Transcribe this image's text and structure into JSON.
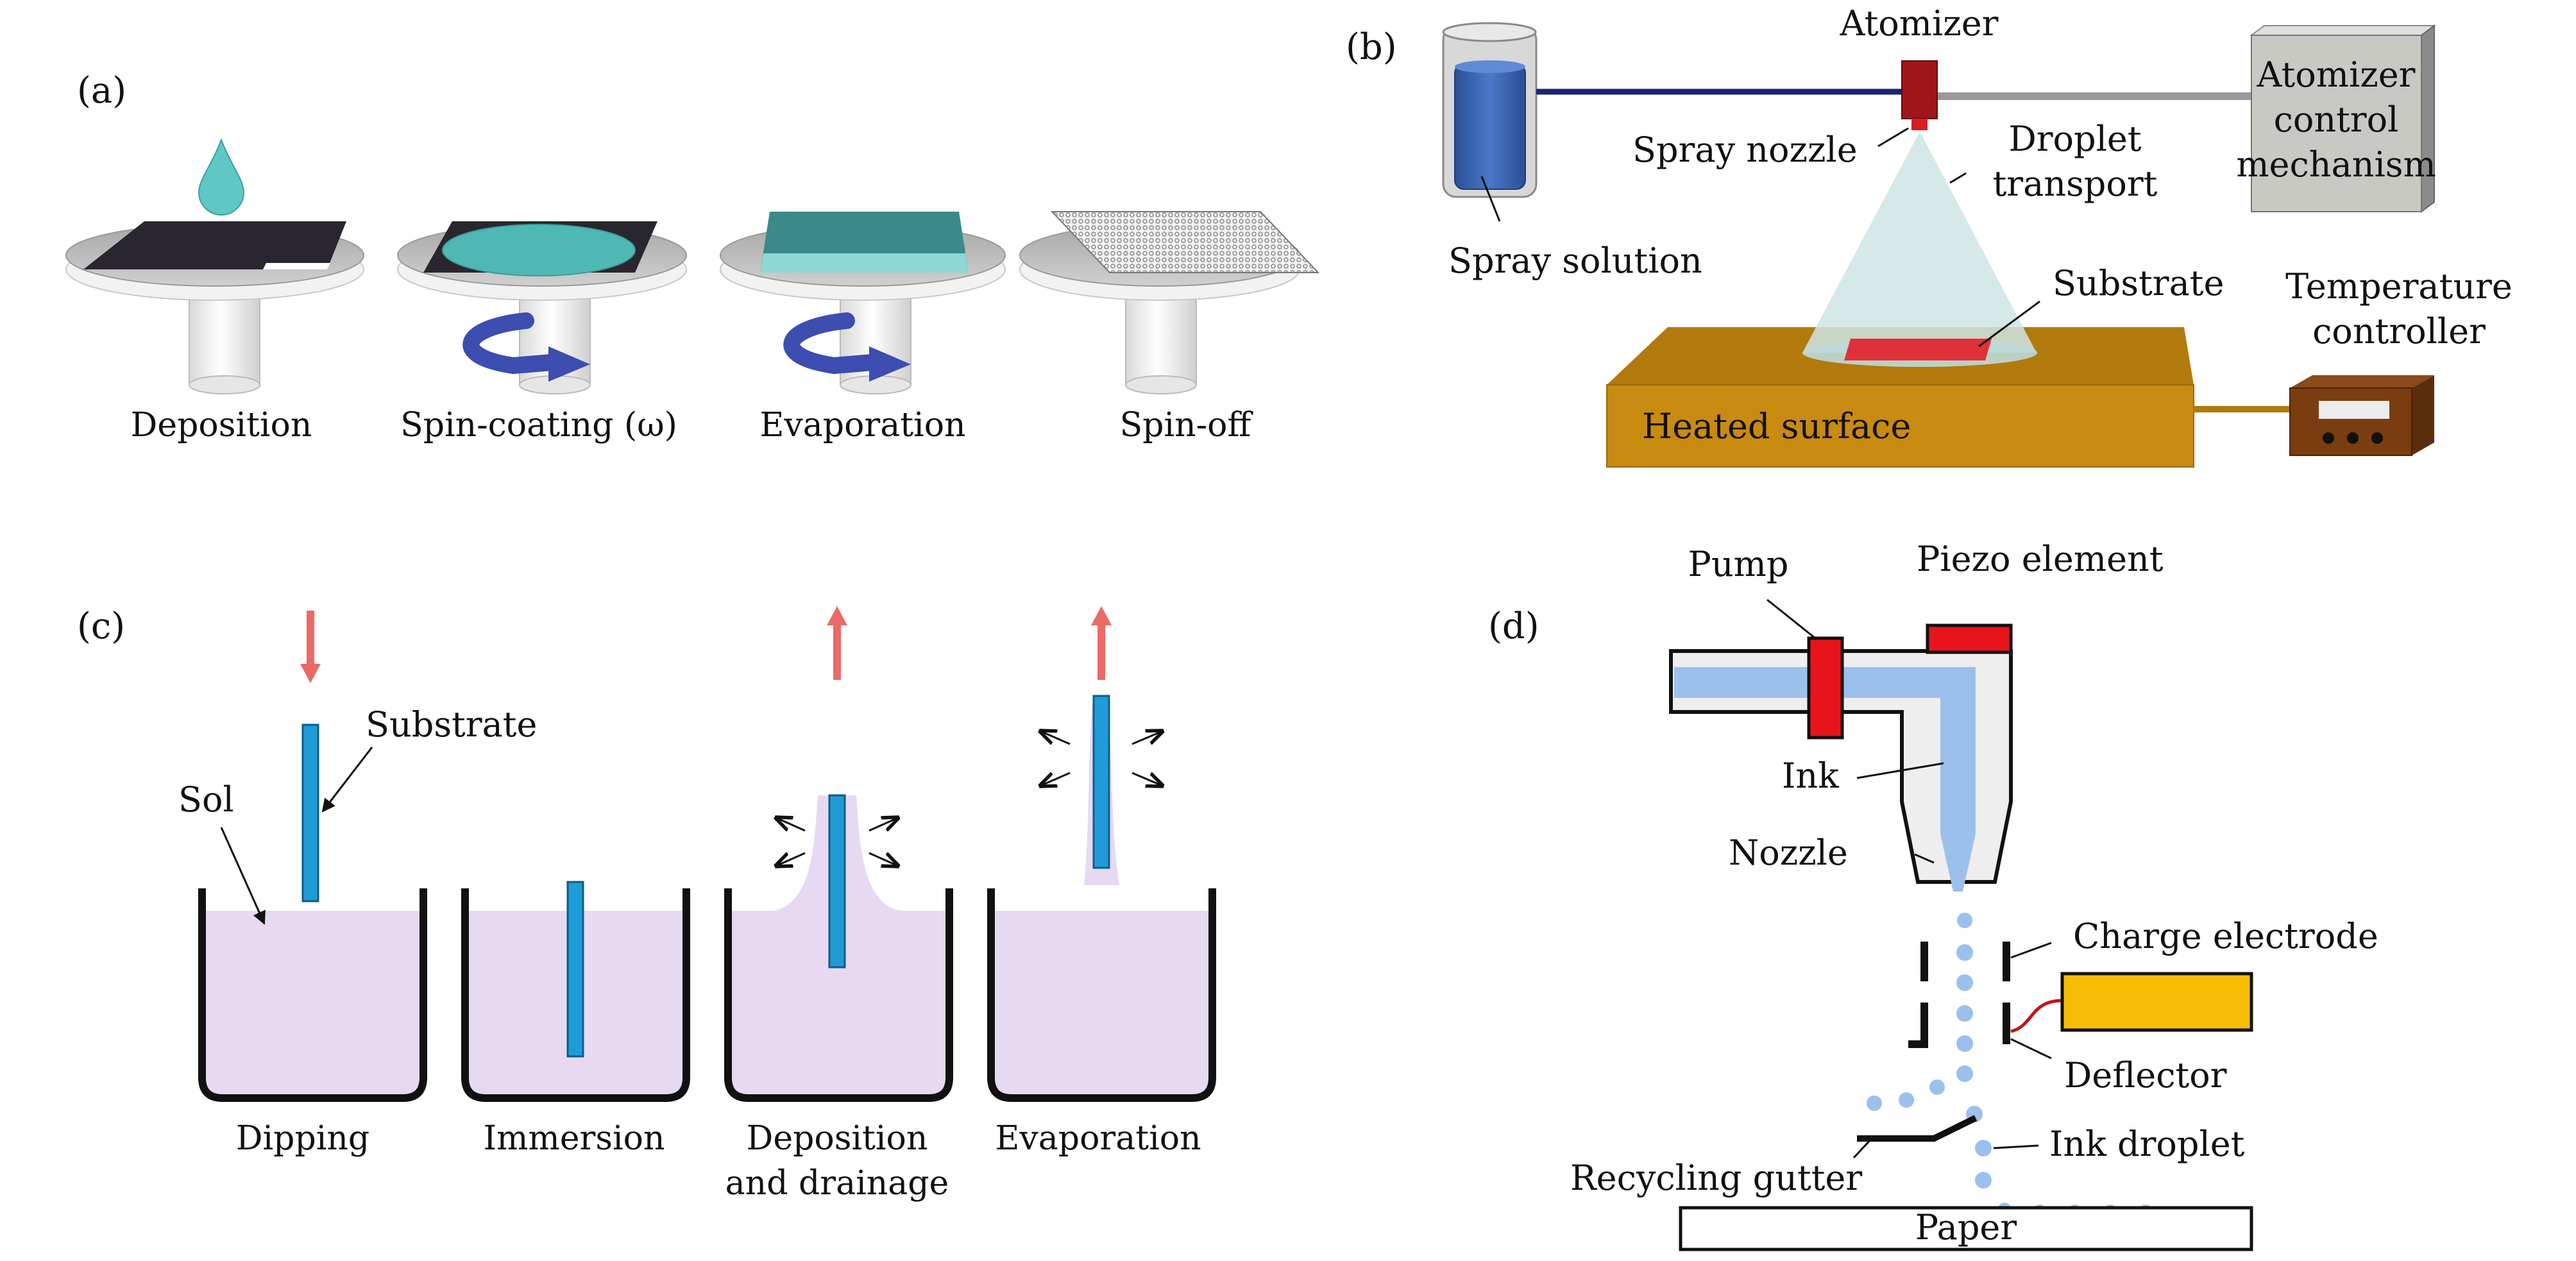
{
  "panels": {
    "a": {
      "label": "(a)",
      "steps": [
        "Deposition",
        "Spin-coating (ω)",
        "Evaporation",
        "Spin-off"
      ]
    },
    "b": {
      "label": "(b)",
      "atomizer": "Atomizer",
      "control_line1": "Atomizer",
      "control_line2": "control",
      "control_line3": "mechanism",
      "spray_nozzle": "Spray nozzle",
      "droplet_line1": "Droplet",
      "droplet_line2": "transport",
      "spray_solution": "Spray solution",
      "substrate": "Substrate",
      "temp_line1": "Temperature",
      "temp_line2": "controller",
      "heated_surface": "Heated surface"
    },
    "c": {
      "label": "(c)",
      "substrate": "Substrate",
      "sol": "Sol",
      "steps": [
        "Dipping",
        "Immersion",
        "Deposition",
        "and drainage",
        "Evaporation"
      ]
    },
    "d": {
      "label": "(d)",
      "pump": "Pump",
      "piezo": "Piezo element",
      "ink": "Ink",
      "nozzle": "Nozzle",
      "charge_electrode": "Charge electrode",
      "deflector": "Deflector",
      "ink_droplet": "Ink droplet",
      "recycling_gutter": "Recycling gutter",
      "paper": "Paper"
    }
  },
  "colors": {
    "substrate_blue": "#1f9bd7",
    "sol_purple": "#e8d9f2",
    "arrow_red": "#ec6a66",
    "heated_orange": "#c98a10",
    "cone": "#cfe5e5",
    "ink_blue": "#9cc0ec",
    "piezo_red": "#e8141c",
    "box_yellow": "#f7bd05",
    "teal": "#4fb8b5",
    "spin_arrow": "#3d4db0"
  }
}
